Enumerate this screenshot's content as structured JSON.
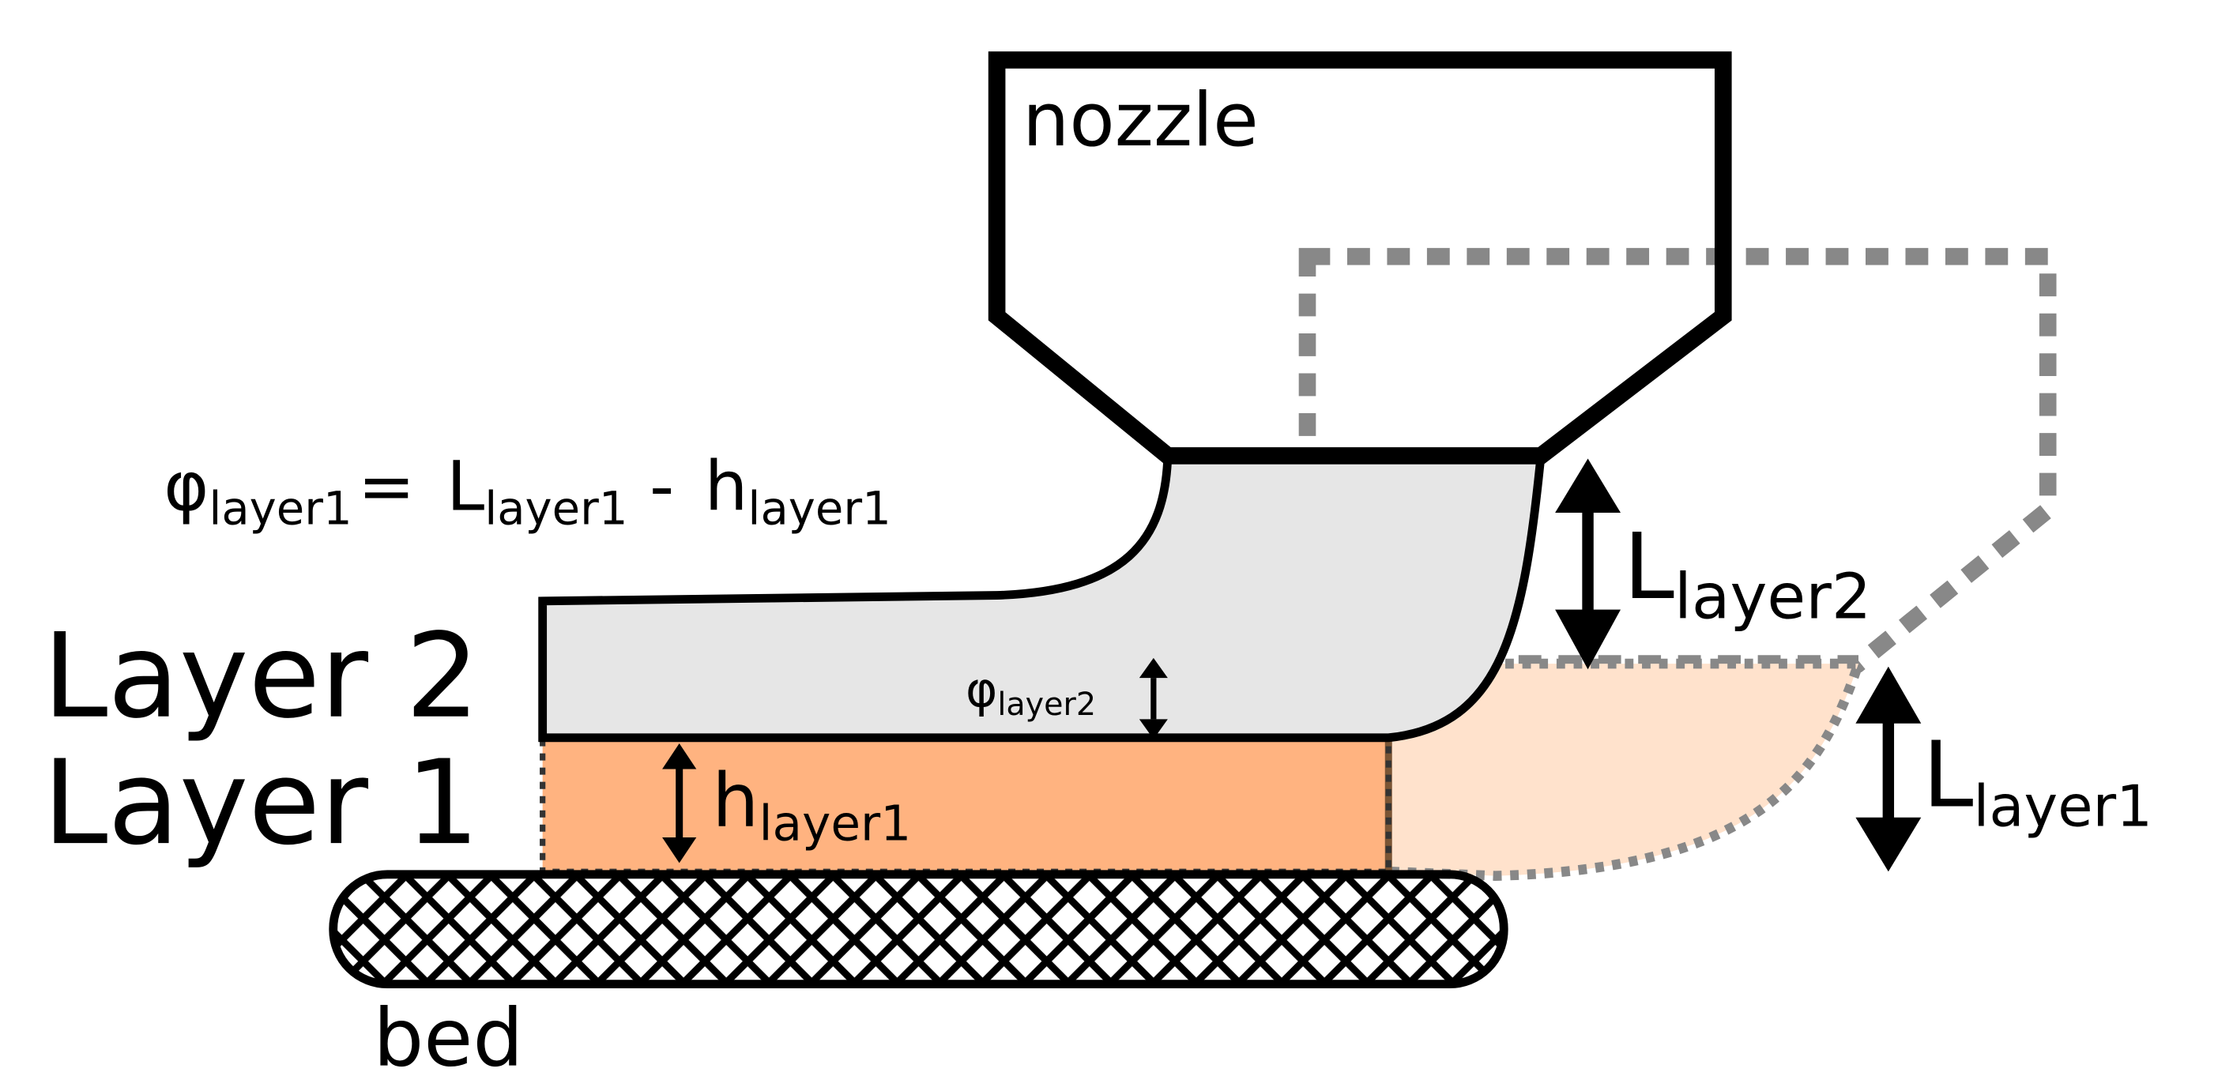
{
  "labels": {
    "nozzle": "nozzle",
    "bed": "bed",
    "layer2": "Layer 2",
    "layer1": "Layer 1"
  },
  "equation": {
    "lhs_symbol": "φ",
    "lhs_sub": "layer1",
    "equals": "=",
    "L_symbol": "L",
    "L_sub": "layer1",
    "minus": " - ",
    "h_symbol": "h",
    "h_sub": "layer1"
  },
  "dimensions": {
    "phi_layer2": {
      "symbol": "φ",
      "sub": "layer2"
    },
    "h_layer1": {
      "symbol": "h",
      "sub": "layer1"
    },
    "L_layer2": {
      "symbol": "L",
      "sub": "layer2"
    },
    "L_layer1": {
      "symbol": "L",
      "sub": "layer1"
    }
  },
  "colors": {
    "layer2_fill": "#e6e6e6",
    "layer1_fill": "#ffb380",
    "layer1_ghost_fill": "#ffe2cc",
    "ghost_outline": "#888888",
    "layer1_edge": "#7a5535",
    "stroke": "#000000"
  }
}
